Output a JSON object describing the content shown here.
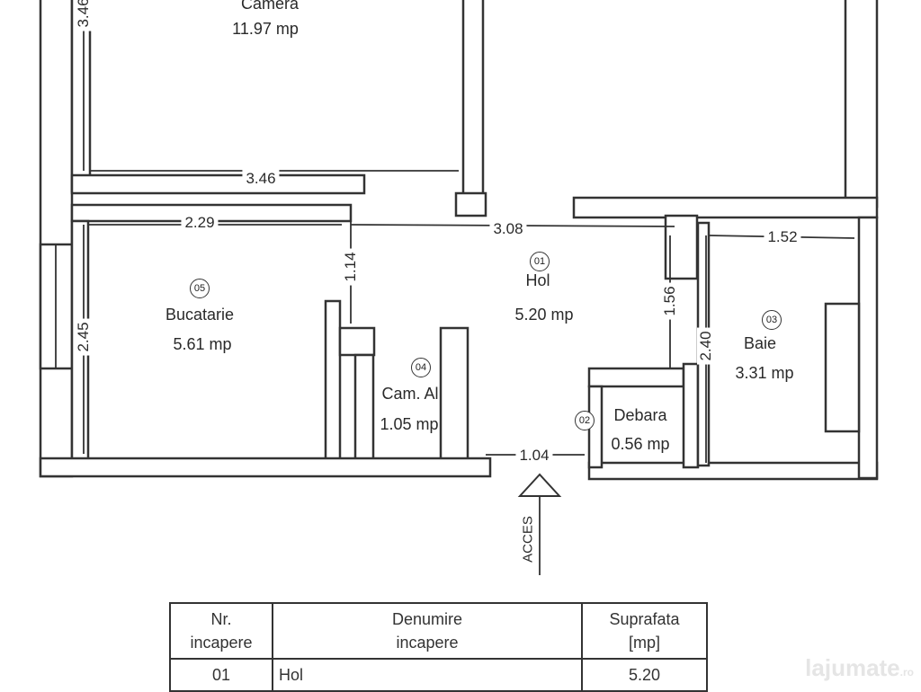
{
  "rooms": [
    {
      "num": "",
      "name": "Camera",
      "area": "11.97 mp"
    },
    {
      "num": "01",
      "name": "Hol",
      "area": "5.20 mp"
    },
    {
      "num": "02",
      "name": "Debara",
      "area": "0.56 mp"
    },
    {
      "num": "03",
      "name": "Baie",
      "area": "3.31 mp"
    },
    {
      "num": "04",
      "name": "Cam. Al",
      "area": "1.05 mp"
    },
    {
      "num": "05",
      "name": "Bucatarie",
      "area": "5.61 mp"
    }
  ],
  "dimensions": {
    "camera_w": "3.46",
    "camera_h": "3.46",
    "bucatarie_w": "2.29",
    "bucatarie_h": "2.45",
    "hol_w": "3.08",
    "hol_h": "1.14",
    "debara_h": "1.56",
    "baie_w": "1.52",
    "baie_h": "2.40",
    "door_w": "1.04"
  },
  "access_label": "ACCES",
  "table": {
    "headers": [
      "Nr.\nincapere",
      "Denumire\nincapere",
      "Suprafata\n[mp]"
    ],
    "rows": [
      [
        "01",
        "Hol",
        "5.20"
      ]
    ]
  },
  "watermark": {
    "text": "lajumate",
    "suffix": ".ro"
  }
}
